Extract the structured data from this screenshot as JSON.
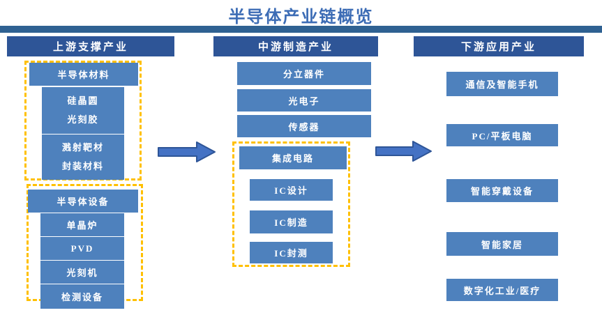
{
  "title": "半导体产业链概览",
  "upstream": {
    "header": "上游支撑产业",
    "materials": {
      "header": "半导体材料",
      "row1a": "硅晶圆",
      "row1b": "光刻胶",
      "row2a": "溅射靶材",
      "row2b": "封装材料"
    },
    "equipment": {
      "header": "半导体设备",
      "item1": "单晶炉",
      "item2": "PVD",
      "item3": "光刻机",
      "item4": "检测设备"
    }
  },
  "midstream": {
    "header": "中游制造产业",
    "item1": "分立器件",
    "item2": "光电子",
    "item3": "传感器",
    "ic": {
      "header": "集成电路",
      "item1": "IC设计",
      "item2": "IC制造",
      "item3": "IC封测"
    }
  },
  "downstream": {
    "header": "下游应用产业",
    "item1": "通信及智能手机",
    "item2": "PC/平板电脑",
    "item3": "智能穿戴设备",
    "item4": "智能家居",
    "item5": "数字化工业/医疗"
  },
  "colors": {
    "title_text": "#3C6CB5",
    "bar": "#2F6192",
    "header_bg": "#2E5597",
    "item_bg": "#4E81BD",
    "dashed_border": "#FFC000",
    "arrow_fill": "#4472C4",
    "arrow_stroke": "#2E5597"
  }
}
